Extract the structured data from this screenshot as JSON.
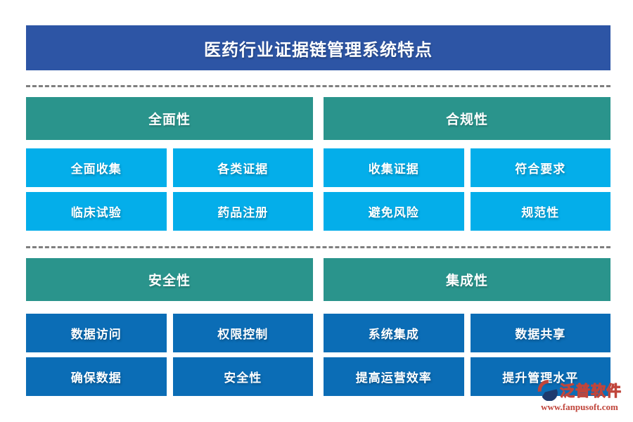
{
  "title": "医药行业证据链管理系统特点",
  "colors": {
    "banner_blue": "#2d55a5",
    "header_teal": "#2a948c",
    "button_light_blue": "#04aeea",
    "button_dark_blue": "#0b6db6",
    "divider_gray": "#7f7f7f",
    "logo_red": "#c0453b",
    "logo_navy": "#1e3a6e"
  },
  "sections": [
    {
      "label": "全面性",
      "items": [
        "全面收集",
        "各类证据",
        "临床试验",
        "药品注册"
      ]
    },
    {
      "label": "合规性",
      "items": [
        "收集证据",
        "符合要求",
        "避免风险",
        "规范性"
      ]
    },
    {
      "label": "安全性",
      "items": [
        "数据访问",
        "权限控制",
        "确保数据",
        "安全性"
      ]
    },
    {
      "label": "集成性",
      "items": [
        "系统集成",
        "数据共享",
        "提高运营效率",
        "提升管理水平"
      ]
    }
  ],
  "logo": {
    "name": "泛普软件",
    "url": "www.fanpusoft.com"
  }
}
